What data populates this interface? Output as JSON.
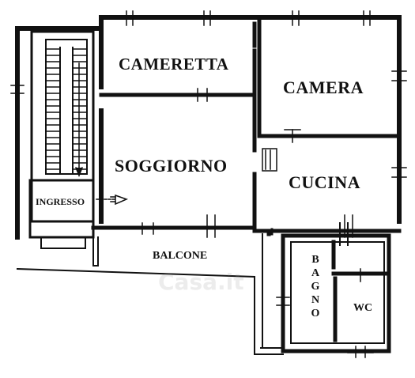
{
  "plan": {
    "rooms": {
      "cameretta": "CAMERETTA",
      "camera": "CAMERA",
      "soggiorno": "SOGGIORNO",
      "cucina": "CUCINA",
      "ingresso": "INGRESSO",
      "balcone": "BALCONE",
      "bagno": [
        "B",
        "A",
        "G",
        "N",
        "O"
      ],
      "wc": "WC"
    },
    "watermark": "Casa.it",
    "colors": {
      "wall": "#111111",
      "background": "#ffffff"
    }
  }
}
